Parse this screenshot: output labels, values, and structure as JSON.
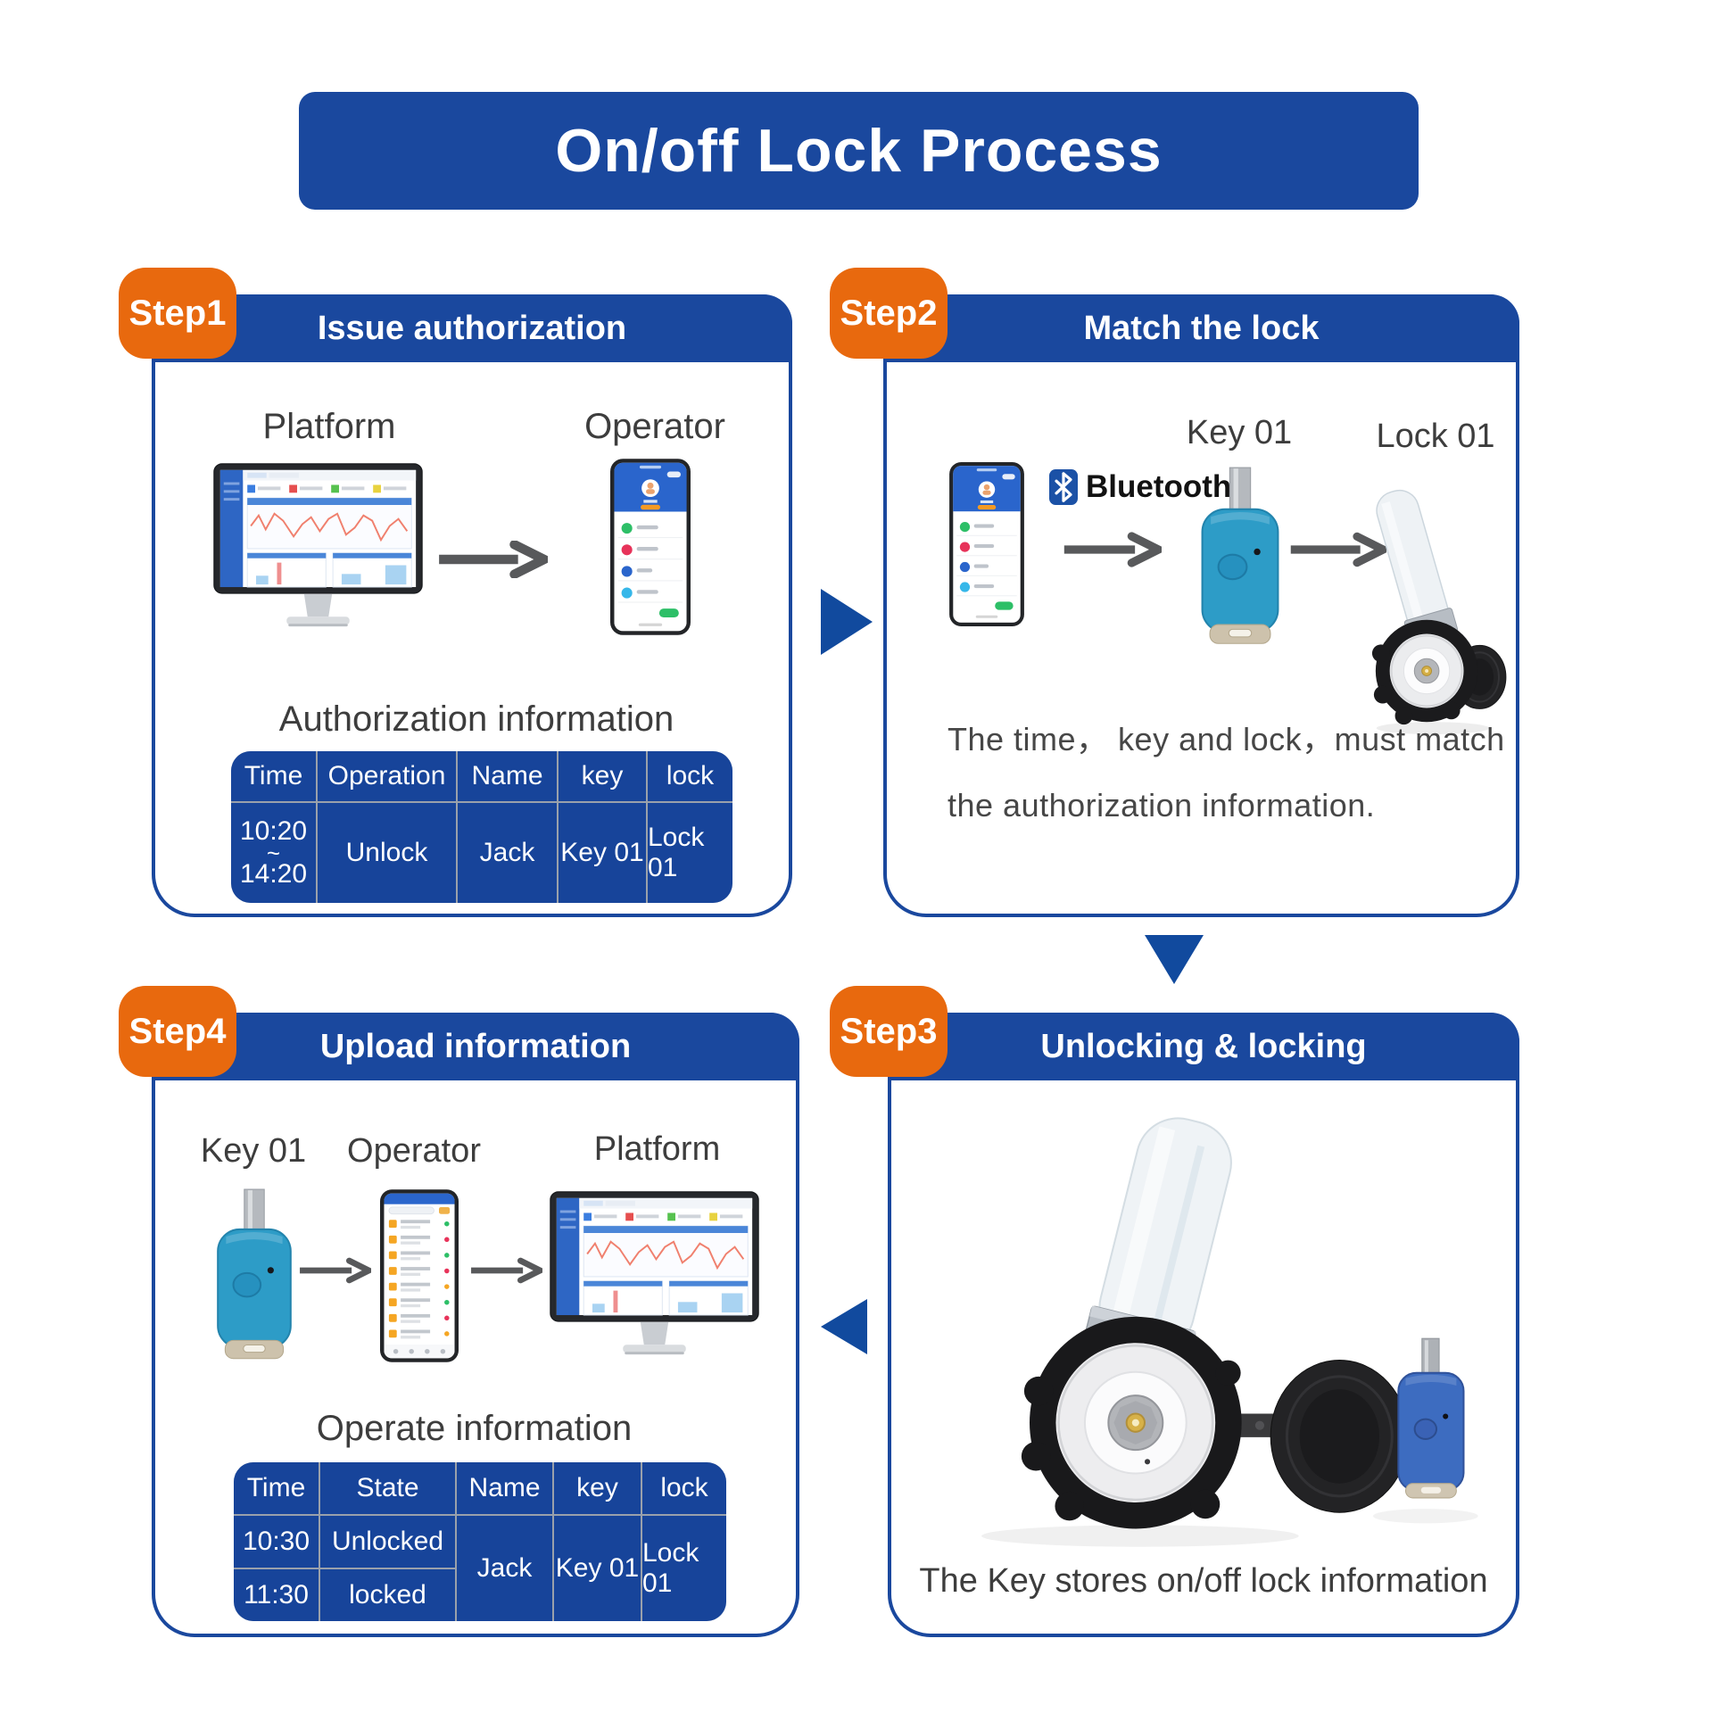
{
  "title": "On/off Lock Process",
  "colors": {
    "primary_blue": "#1a489e",
    "table_blue": "#17449a",
    "accent_orange": "#e8690e",
    "triangle_blue": "#114a9e",
    "arrow_gray": "#58595b",
    "key_teal": "#2d9cc7",
    "key_blue": "#3d6cc0"
  },
  "icons": {
    "flow_arrow_right": "▶",
    "flow_arrow_down": "▼",
    "flow_arrow_left": "◀",
    "transfer_arrow": "→",
    "bluetooth_logo": "ᛒ"
  },
  "steps": {
    "step1": {
      "badge": "Step1",
      "header": "Issue authorization",
      "platform_label": "Platform",
      "operator_label": "Operator",
      "table_title": "Authorization information",
      "table": {
        "headers": [
          "Time",
          "Operation",
          "Name",
          "key",
          "lock"
        ],
        "row": {
          "time_start": "10:20",
          "time_sep": "~",
          "time_end": "14:20",
          "operation": "Unlock",
          "name": "Jack",
          "key": "Key 01",
          "lock": "Lock 01"
        }
      }
    },
    "step2": {
      "badge": "Step2",
      "header": "Match the lock",
      "bluetooth_label": "Bluetooth",
      "key_label": "Key 01",
      "lock_label": "Lock 01",
      "note_line1": "The time， key and lock，must match",
      "note_line2": "the authorization information."
    },
    "step3": {
      "badge": "Step3",
      "header": "Unlocking &  locking",
      "caption": "The Key stores on/off lock information"
    },
    "step4": {
      "badge": "Step4",
      "header": "Upload information",
      "key_label": "Key 01",
      "operator_label": "Operator",
      "platform_label": "Platform",
      "table_title": "Operate information",
      "table": {
        "headers": [
          "Time",
          "State",
          "Name",
          "key",
          "lock"
        ],
        "rows": [
          {
            "time": "10:30",
            "state": "Unlocked"
          },
          {
            "time": "11:30",
            "state": "locked"
          }
        ],
        "merged": {
          "name": "Jack",
          "key": "Key 01",
          "lock": "Lock 01"
        }
      }
    }
  }
}
